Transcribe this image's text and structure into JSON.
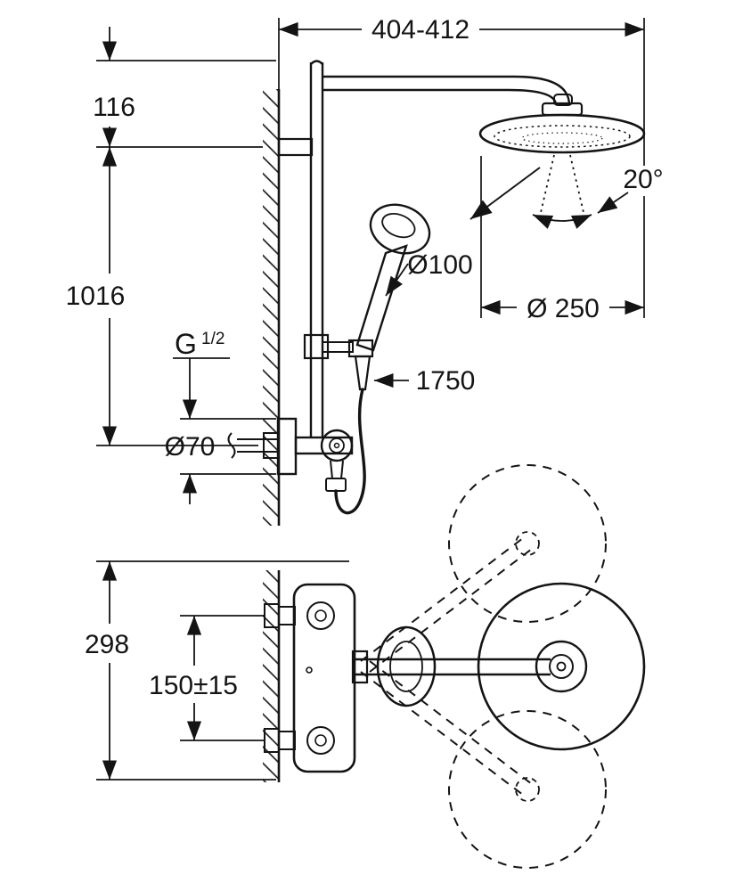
{
  "drawing": {
    "type": "technical-installation-drawing",
    "subject": "shower-system-with-head-shower-hand-shower-and-thermostat",
    "colors": {
      "line": "#141414",
      "background": "#ffffff"
    },
    "labels": {
      "top_width": "404-412",
      "bracket_offset": "116",
      "rail_height": "1016",
      "spray_angle": "20°",
      "hand_shower_diameter": "Ø100",
      "head_diameter": "Ø 250",
      "thread_g": "G",
      "thread_fraction": "1/2",
      "escutcheon_diameter": "Ø70",
      "hose_length": "1750",
      "plan_depth": "298",
      "connection_spacing": "150±15"
    }
  }
}
